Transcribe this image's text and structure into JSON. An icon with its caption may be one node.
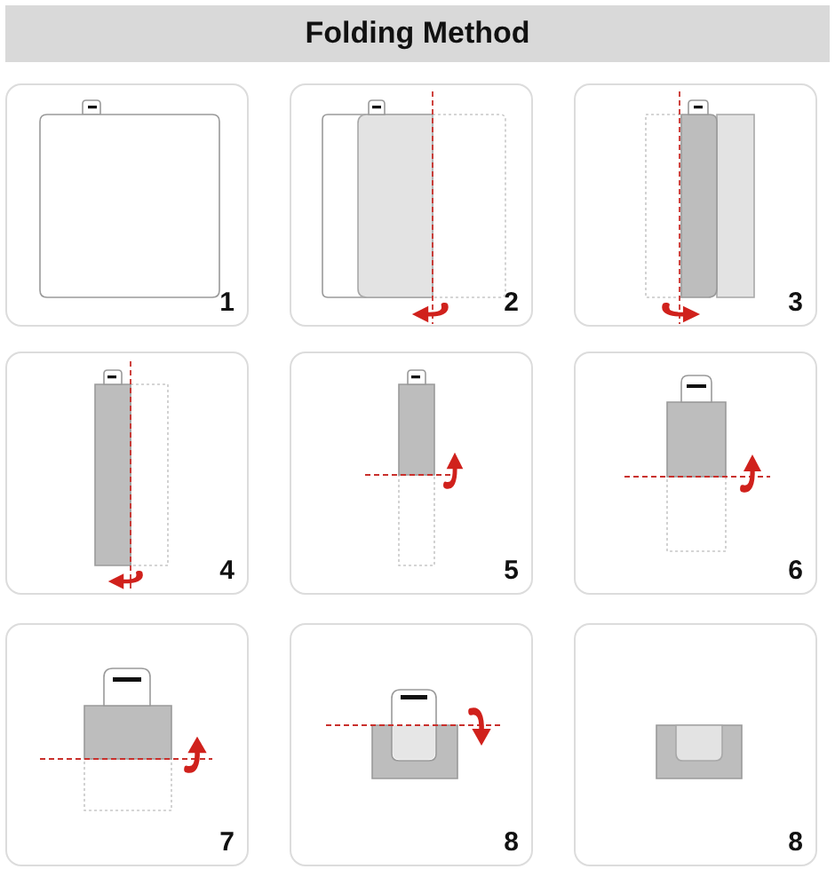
{
  "diagram": {
    "title": "Folding Method",
    "nodes": [
      {
        "text": [
          "1"
        ]
      },
      {
        "text": [
          "2"
        ]
      },
      {
        "text": [
          "3"
        ]
      },
      {
        "text": [
          "4"
        ]
      },
      {
        "text": [
          "5"
        ]
      },
      {
        "text": [
          "6"
        ]
      },
      {
        "text": [
          "7"
        ]
      },
      {
        "text": [
          "8"
        ]
      },
      {
        "text": [
          "8"
        ]
      }
    ]
  }
}
